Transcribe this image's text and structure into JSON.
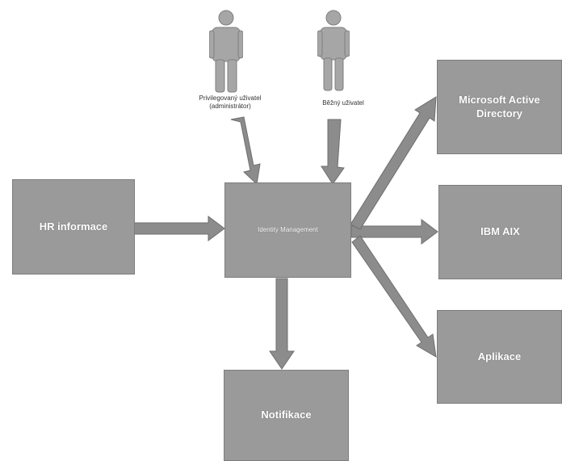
{
  "nodes": {
    "hr": "HR informace",
    "idm": "Identity Management",
    "notif": "Notifikace",
    "ad": "Microsoft Active Directory",
    "aix": "IBM AIX",
    "apps": "Aplikace"
  },
  "actors": {
    "admin": {
      "line1": "Privilegovaný uživatel",
      "line2": "(administrátor)"
    },
    "user": {
      "line1": "Běžný uživatel"
    }
  },
  "icons": [
    "person-icon",
    "person-icon"
  ],
  "colors": {
    "box": "#9a9a9a",
    "arrow": "#8c8c8c",
    "person": "#a6a6a6"
  }
}
